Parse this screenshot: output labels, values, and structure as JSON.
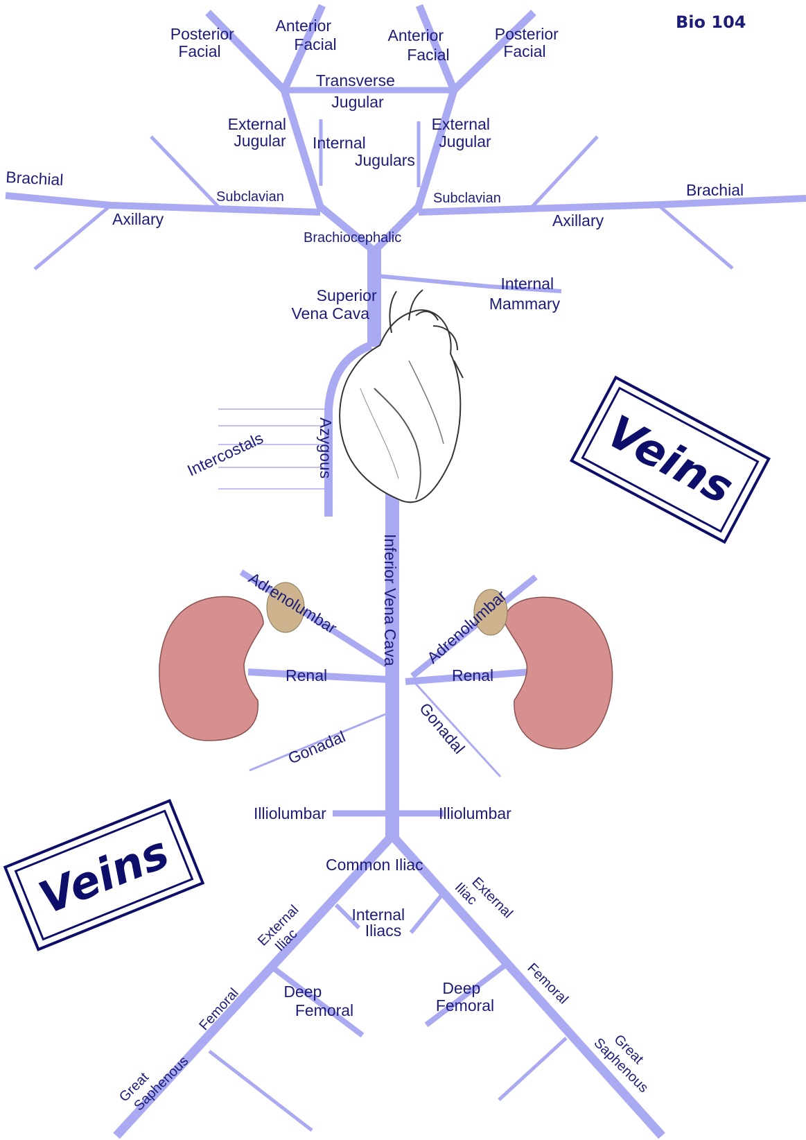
{
  "header": {
    "course": "Bio 104"
  },
  "stamps": [
    "Veins",
    "Veins"
  ],
  "labels": {
    "posterior_facial_left": [
      "Posterior",
      "Facial"
    ],
    "anterior_facial_left": [
      "Anterior",
      "Facial"
    ],
    "anterior_facial_right": [
      "Anterior",
      "Facial"
    ],
    "posterior_facial_right": [
      "Posterior",
      "Facial"
    ],
    "transverse_jugular": [
      "Transverse",
      "Jugular"
    ],
    "external_jugular_left": [
      "External",
      "Jugular"
    ],
    "external_jugular_right": [
      "External",
      "Jugular"
    ],
    "internal_jugulars": [
      "Internal",
      "Jugulars"
    ],
    "brachial_left": "Brachial",
    "brachial_right": "Brachial",
    "subclavian_left": "Subclavian",
    "subclavian_right": "Subclavian",
    "axillary_left": "Axillary",
    "axillary_right": "Axillary",
    "brachiocephalic": "Brachiocephalic",
    "superior_vena_cava": [
      "Superior",
      "Vena Cava"
    ],
    "internal_mammary": [
      "Internal",
      "Mammary"
    ],
    "intercostals": "Intercostals",
    "azygous": "Azygous",
    "inferior_vena_cava": "Inferior Vena Cava",
    "adrenolumbar_left": "Adrenolumbar",
    "adrenolumbar_right": "Adrenolumbar",
    "renal_left": "Renal",
    "renal_right": "Renal",
    "gonadal_left": "Gonadal",
    "gonadal_right": "Gonadal",
    "illiolumbar_left": "Illiolumbar",
    "illiolumbar_right": "Illiolumbar",
    "common_iliac": "Common Iliac",
    "internal_iliacs": [
      "Internal",
      "Iliacs"
    ],
    "external_iliac_left": [
      "External",
      "Iliac"
    ],
    "external_iliac_right": [
      "External",
      "Iliac"
    ],
    "femoral_left": "Femoral",
    "femoral_right": "Femoral",
    "deep_femoral_left": [
      "Deep",
      "Femoral"
    ],
    "deep_femoral_right": [
      "Deep",
      "Femoral"
    ],
    "great_saphenous_left": [
      "Great",
      "Saphenous"
    ],
    "great_saphenous_right": [
      "Great",
      "Saphenous"
    ]
  },
  "colors": {
    "vein": "#aaaaf2",
    "label": "#1c1c78",
    "stamp": "#0d0d6a",
    "kidney": "#d79090",
    "adrenal": "#cdb48f",
    "heart_outline": "#333333"
  }
}
